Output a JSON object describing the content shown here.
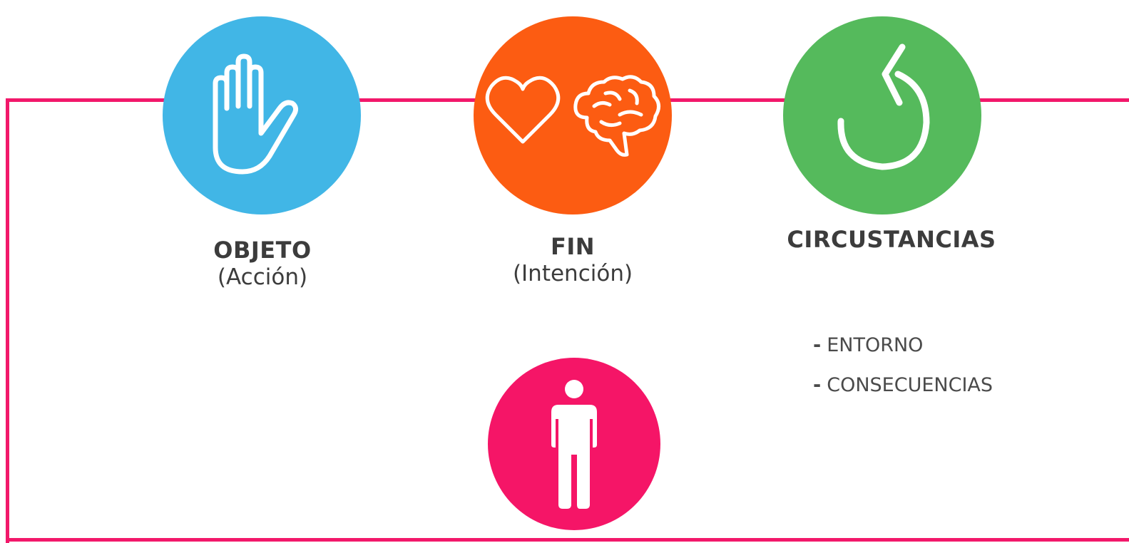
{
  "colors": {
    "frame": "#f2186a",
    "objeto": "#41b6e6",
    "fin": "#fc5c12",
    "circunstancias": "#55ba5c",
    "persona": "#f51567",
    "text": "#3c3c3c"
  },
  "nodes": {
    "objeto": {
      "icon": "hand-icon",
      "title": "OBJETO",
      "subtitle": "(Acción)"
    },
    "fin": {
      "icon": "heart-brain-icon",
      "title": "FIN",
      "subtitle": "(Intención)"
    },
    "circunstancias": {
      "icon": "circular-arrow-icon",
      "title": "CIRCUSTANCIAS",
      "items": [
        {
          "dash": "-",
          "text": "ENTORNO"
        },
        {
          "dash": "-",
          "text": "CONSECUENCIAS"
        }
      ]
    },
    "persona": {
      "icon": "person-icon"
    }
  }
}
